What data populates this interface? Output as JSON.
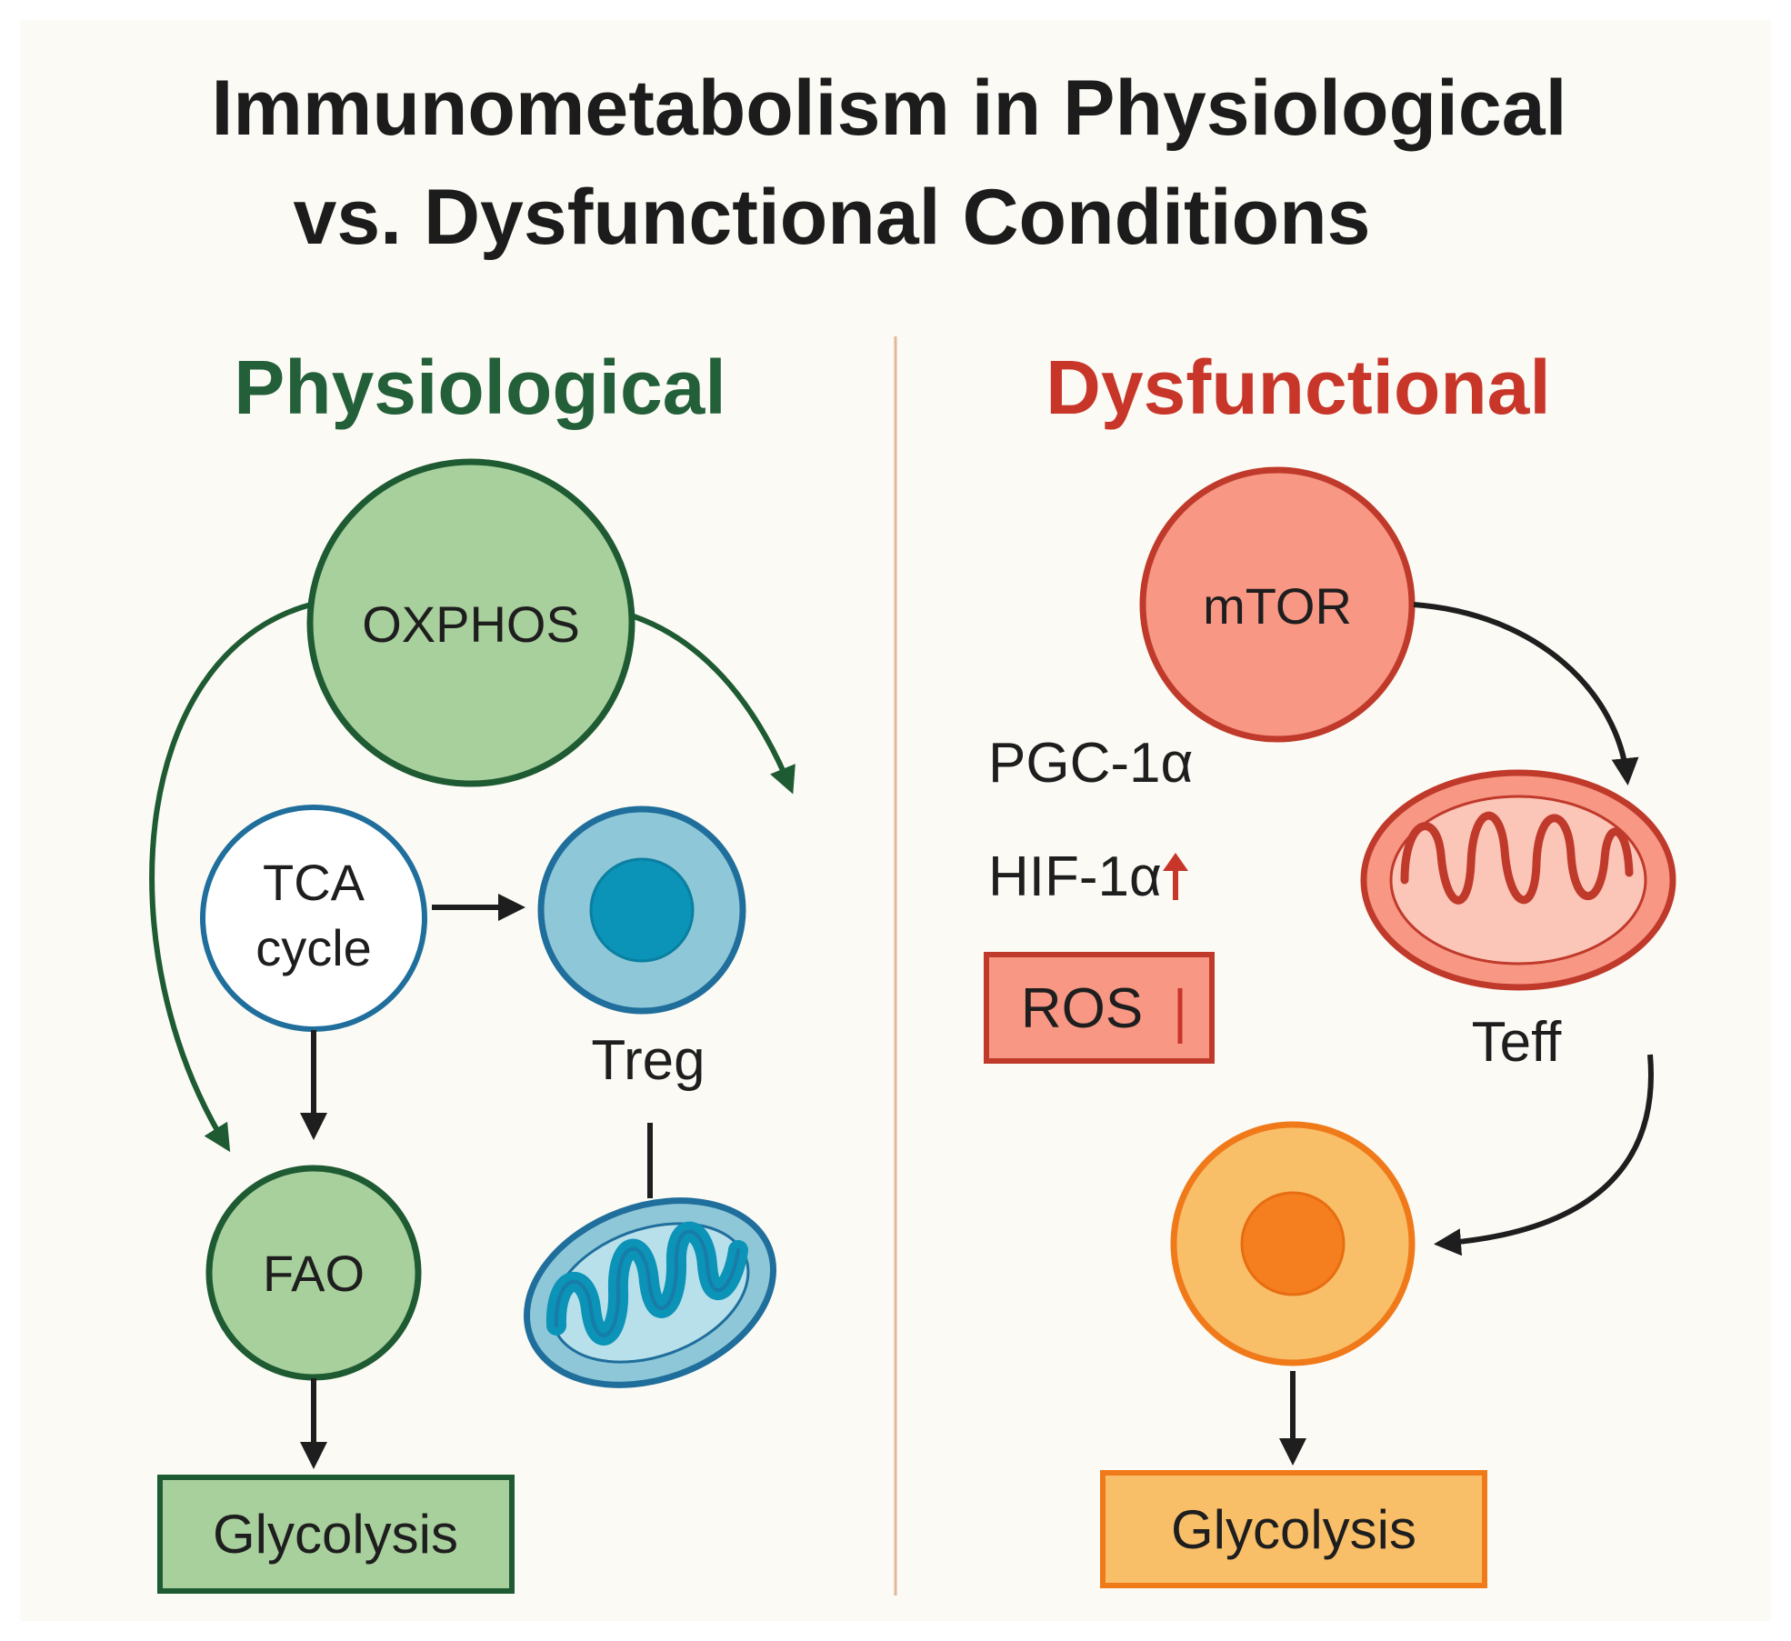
{
  "title": {
    "line1": "Immunometabolism in Physiological",
    "line2": "vs. Dysfunctional Conditions"
  },
  "physiological": {
    "heading": "Physiological",
    "oxphos": "OXPHOS",
    "tca_line1": "TCA",
    "tca_line2": "cycle",
    "treg": "Treg",
    "fao": "FAO",
    "glycolysis": "Glycolysis"
  },
  "dysfunctional": {
    "heading": "Dysfunctional",
    "mtor": "mTOR",
    "pgc": "PGC-1α",
    "hif": "HIF-1α",
    "ros": "ROS",
    "teff": "Teff",
    "glycolysis": "Glycolysis"
  },
  "icons": {
    "up_arrow": "up-arrow-icon",
    "treg_cell": "treg-cell-icon",
    "teff_cell": "teff-cell-icon",
    "mitochondrion": "mitochondrion-icon"
  },
  "colors": {
    "background": "#fbfaf4",
    "green_dark": "#1e5a32",
    "green_fill": "#a8d09c",
    "heading_green": "#23603a",
    "heading_red": "#c8362a",
    "blue_dark": "#1f6e9c",
    "blue_light": "#8ec8d8",
    "blue_core": "#0b93b8",
    "red_dark": "#c03a2b",
    "red_fill": "#f79784",
    "orange_dark": "#f07a1a",
    "orange_fill": "#f9bf68",
    "divider": "#e3b79a",
    "arrow_black": "#1e1e1e"
  }
}
